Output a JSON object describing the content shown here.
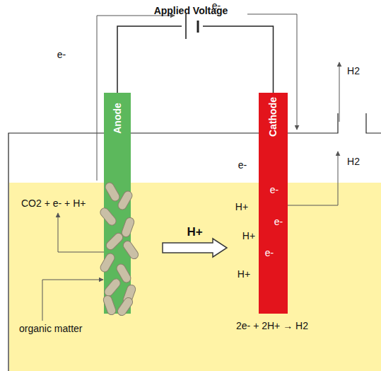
{
  "diagram": {
    "nodes": [
      {
        "text": [
          "Anode"
        ]
      },
      {
        "text": [
          "Cathode",
          "e-",
          "e-",
          "e-"
        ]
      }
    ],
    "edges": [
      {
        "from": 0,
        "to": 1,
        "label": "H+",
        "arrow": "to"
      },
      {
        "from": 0,
        "to": 1,
        "arrow": "none"
      }
    ],
    "labels": [
      "Applied Voltage",
      "e-",
      "e-",
      "H2",
      "H2",
      "e-",
      "CO2 + e- + H+",
      "H+",
      "H+",
      "H+",
      "organic matter",
      "2e- + 2H+ → H2"
    ]
  }
}
